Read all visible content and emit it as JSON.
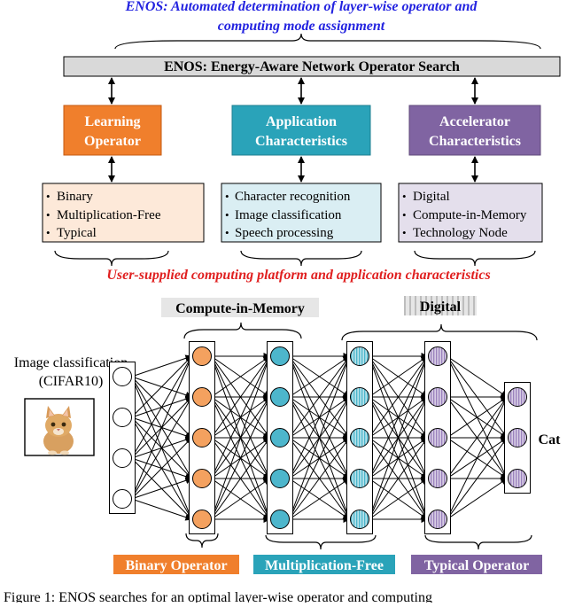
{
  "top_caption": {
    "line1": "ENOS: Automated determination of layer-wise operator and",
    "line2": "computing mode assignment",
    "color": "#2323e0"
  },
  "main_bar": {
    "label": "ENOS: Energy-Aware Network Operator Search"
  },
  "inputs": [
    {
      "title_lines": [
        "Learning",
        "Operator"
      ],
      "items": [
        "Binary",
        "Multiplication-Free",
        "Typical"
      ],
      "header_color": "#f07f2c",
      "box_color": "#fde9d9"
    },
    {
      "title_lines": [
        "Application",
        "Characteristics"
      ],
      "items": [
        "Character recognition",
        "Image classification",
        "Speech processing"
      ],
      "header_color": "#2aa3b9",
      "box_color": "#daeef3"
    },
    {
      "title_lines": [
        "Accelerator",
        "Characteristics"
      ],
      "items": [
        "Digital",
        "Compute-in-Memory",
        "Technology Node"
      ],
      "header_color": "#8064a2",
      "box_color": "#e4dfec"
    }
  ],
  "user_caption": {
    "text": "User-supplied computing platform and application characteristics",
    "color": "#e02020"
  },
  "network": {
    "mode_labels": [
      "Compute-in-Memory",
      "Digital"
    ],
    "input_label_lines": [
      "Image classification",
      "(CIFAR10)"
    ],
    "output_label": "Cat",
    "operator_labels": [
      {
        "text": "Binary Operator",
        "color": "#f07f2c"
      },
      {
        "text": "Multiplication-Free",
        "color": "#2aa3b9"
      },
      {
        "text": "Typical Operator",
        "color": "#8064a2"
      }
    ],
    "layer_nodes": [
      4,
      5,
      5,
      5,
      5,
      3
    ],
    "node_colors": [
      "#ffffff",
      "#f4a15f",
      "#4db6cc",
      "#4db6cc",
      "#9b82bd",
      "#9b82bd"
    ]
  },
  "figure_caption": "Figure 1: ENOS searches for an optimal layer-wise operator and computing"
}
